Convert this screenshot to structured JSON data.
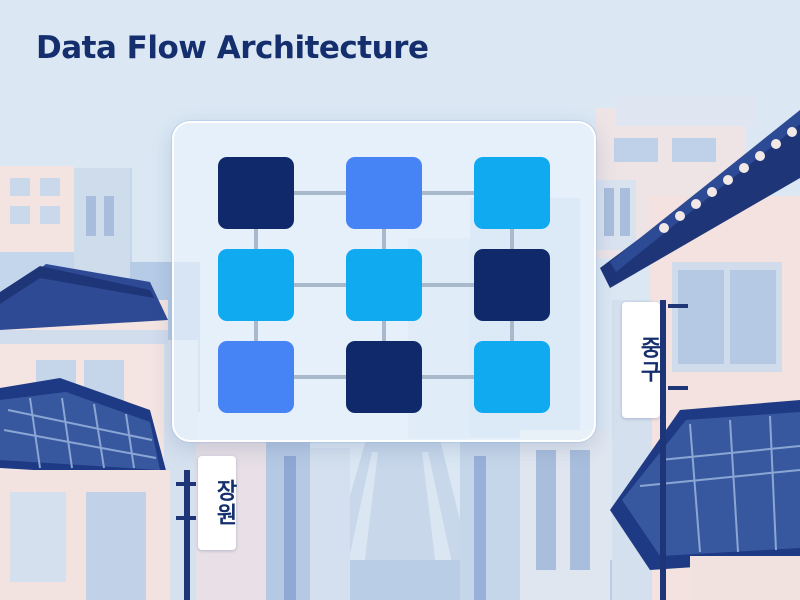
{
  "title": "Data Flow Architecture",
  "signs": {
    "right": "중구",
    "left": "장원"
  },
  "colors": {
    "navy": "#10296a",
    "royal": "#4683f5",
    "sky": "#0faaf0",
    "connector": "#a9b9cc",
    "title": "#152f6e"
  },
  "grid": {
    "rows": 3,
    "cols": 3,
    "nodes": [
      [
        "navy",
        "royal",
        "sky"
      ],
      [
        "sky",
        "sky",
        "navy"
      ],
      [
        "royal",
        "navy",
        "sky"
      ]
    ]
  }
}
